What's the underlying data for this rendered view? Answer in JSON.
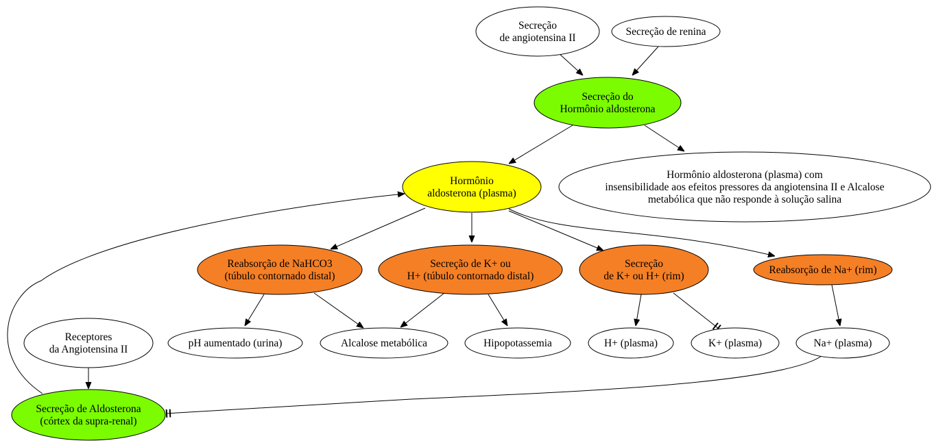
{
  "nodes": {
    "angiotensina": {
      "lines": [
        "Secreção",
        "de angiotensina II"
      ],
      "fill": "#ffffff"
    },
    "renina": {
      "lines": [
        "Secreção de renina"
      ],
      "fill": "#ffffff"
    },
    "secrecao_aldosterona": {
      "lines": [
        "Secreção do",
        "Hormônio aldosterona"
      ],
      "fill": "#7cfc00"
    },
    "aldosterona_plasma": {
      "lines": [
        "Hormônio",
        "aldosterona (plasma)"
      ],
      "fill": "#ffff00"
    },
    "insensibilidade": {
      "lines": [
        "Hormônio aldosterona (plasma) com",
        "insensibilidade aos efeitos pressores da angiotensina II e Alcalose",
        "metabólica que não responde à solução salina"
      ],
      "fill": "#ffffff"
    },
    "reabs_nahco3": {
      "lines": [
        "Reabsorção de NaHCO3",
        "(túbulo contornado distal)"
      ],
      "fill": "#f57f25"
    },
    "secr_k_h_tubulo": {
      "lines": [
        "Secreção de K+ ou",
        "H+ (túbulo contornado distal)"
      ],
      "fill": "#f57f25"
    },
    "secr_k_h_rim": {
      "lines": [
        "Secreção",
        "de K+ ou H+ (rim)"
      ],
      "fill": "#f57f25"
    },
    "reabs_na": {
      "lines": [
        "Reabsorção de Na+ (rim)"
      ],
      "fill": "#f57f25"
    },
    "receptores": {
      "lines": [
        "Receptores",
        "da Angiotensina II"
      ],
      "fill": "#ffffff"
    },
    "ph_urina": {
      "lines": [
        "pH aumentado (urina)"
      ],
      "fill": "#ffffff"
    },
    "alcalose": {
      "lines": [
        "Alcalose metabólica"
      ],
      "fill": "#ffffff"
    },
    "hipopotassemia": {
      "lines": [
        "Hipopotassemia"
      ],
      "fill": "#ffffff"
    },
    "h_plasma": {
      "lines": [
        "H+ (plasma)"
      ],
      "fill": "#ffffff"
    },
    "k_plasma": {
      "lines": [
        "K+ (plasma)"
      ],
      "fill": "#ffffff"
    },
    "na_plasma": {
      "lines": [
        "Na+ (plasma)"
      ],
      "fill": "#ffffff"
    },
    "secr_aldo_cortex": {
      "lines": [
        "Secreção de Aldosterona",
        "(córtex da supra-renal)"
      ],
      "fill": "#7cfc00"
    }
  },
  "edges": [
    {
      "from": "angiotensina",
      "to": "secrecao_aldosterona",
      "type": "activates"
    },
    {
      "from": "renina",
      "to": "secrecao_aldosterona",
      "type": "activates"
    },
    {
      "from": "secrecao_aldosterona",
      "to": "aldosterona_plasma",
      "type": "activates"
    },
    {
      "from": "secrecao_aldosterona",
      "to": "insensibilidade",
      "type": "activates"
    },
    {
      "from": "aldosterona_plasma",
      "to": "reabs_nahco3",
      "type": "activates"
    },
    {
      "from": "aldosterona_plasma",
      "to": "secr_k_h_tubulo",
      "type": "activates"
    },
    {
      "from": "aldosterona_plasma",
      "to": "secr_k_h_rim",
      "type": "activates"
    },
    {
      "from": "aldosterona_plasma",
      "to": "reabs_na",
      "type": "activates"
    },
    {
      "from": "reabs_nahco3",
      "to": "ph_urina",
      "type": "activates"
    },
    {
      "from": "reabs_nahco3",
      "to": "alcalose",
      "type": "activates"
    },
    {
      "from": "secr_k_h_tubulo",
      "to": "alcalose",
      "type": "activates"
    },
    {
      "from": "secr_k_h_tubulo",
      "to": "hipopotassemia",
      "type": "activates"
    },
    {
      "from": "secr_k_h_rim",
      "to": "h_plasma",
      "type": "activates"
    },
    {
      "from": "secr_k_h_rim",
      "to": "k_plasma",
      "type": "inhibits"
    },
    {
      "from": "reabs_na",
      "to": "na_plasma",
      "type": "activates"
    },
    {
      "from": "receptores",
      "to": "secr_aldo_cortex",
      "type": "activates"
    },
    {
      "from": "secr_aldo_cortex",
      "to": "aldosterona_plasma",
      "type": "activates"
    },
    {
      "from": "na_plasma",
      "to": "secr_aldo_cortex",
      "type": "inhibits"
    }
  ]
}
